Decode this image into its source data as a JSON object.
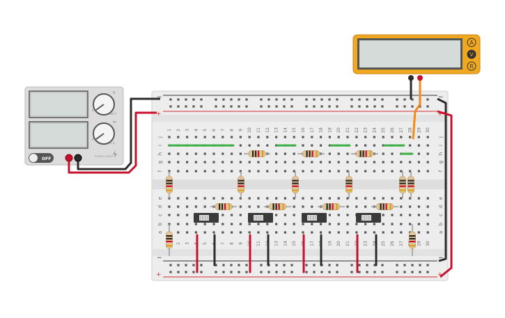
{
  "power_supply": {
    "switch_label": "OFF",
    "voltage_knob_label": "V",
    "current_knob_label": "m",
    "voltage_max": "30 V",
    "current_max": "5 A",
    "knob_min": "0",
    "brand": "POWER SUPPLY"
  },
  "multimeter": {
    "mode_buttons": [
      "A",
      "V",
      "R"
    ]
  },
  "breadboard": {
    "rail_minus": "−",
    "rail_plus": "+",
    "row_labels_top": [
      "j",
      "i",
      "h",
      "g",
      "f"
    ],
    "row_labels_bottom": [
      "e",
      "d",
      "c",
      "b",
      "a"
    ],
    "column_numbers": [
      "1",
      "2",
      "3",
      "4",
      "5",
      "6",
      "7",
      "8",
      "9",
      "10",
      "11",
      "12",
      "13",
      "14",
      "15",
      "16",
      "17",
      "18",
      "19",
      "20",
      "21",
      "22",
      "23",
      "24",
      "25",
      "26",
      "27",
      "28",
      "29",
      "30"
    ]
  },
  "colors": {
    "board": "#ededed",
    "rail_red": "#d42a2a",
    "rail_black": "#333333",
    "wire_red": "#c8102e",
    "wire_black": "#2b2b2b",
    "wire_green": "#3cb043",
    "wire_orange": "#f08a1c",
    "meter_body": "#f0a820",
    "resistor_body": "#e3c79a"
  }
}
